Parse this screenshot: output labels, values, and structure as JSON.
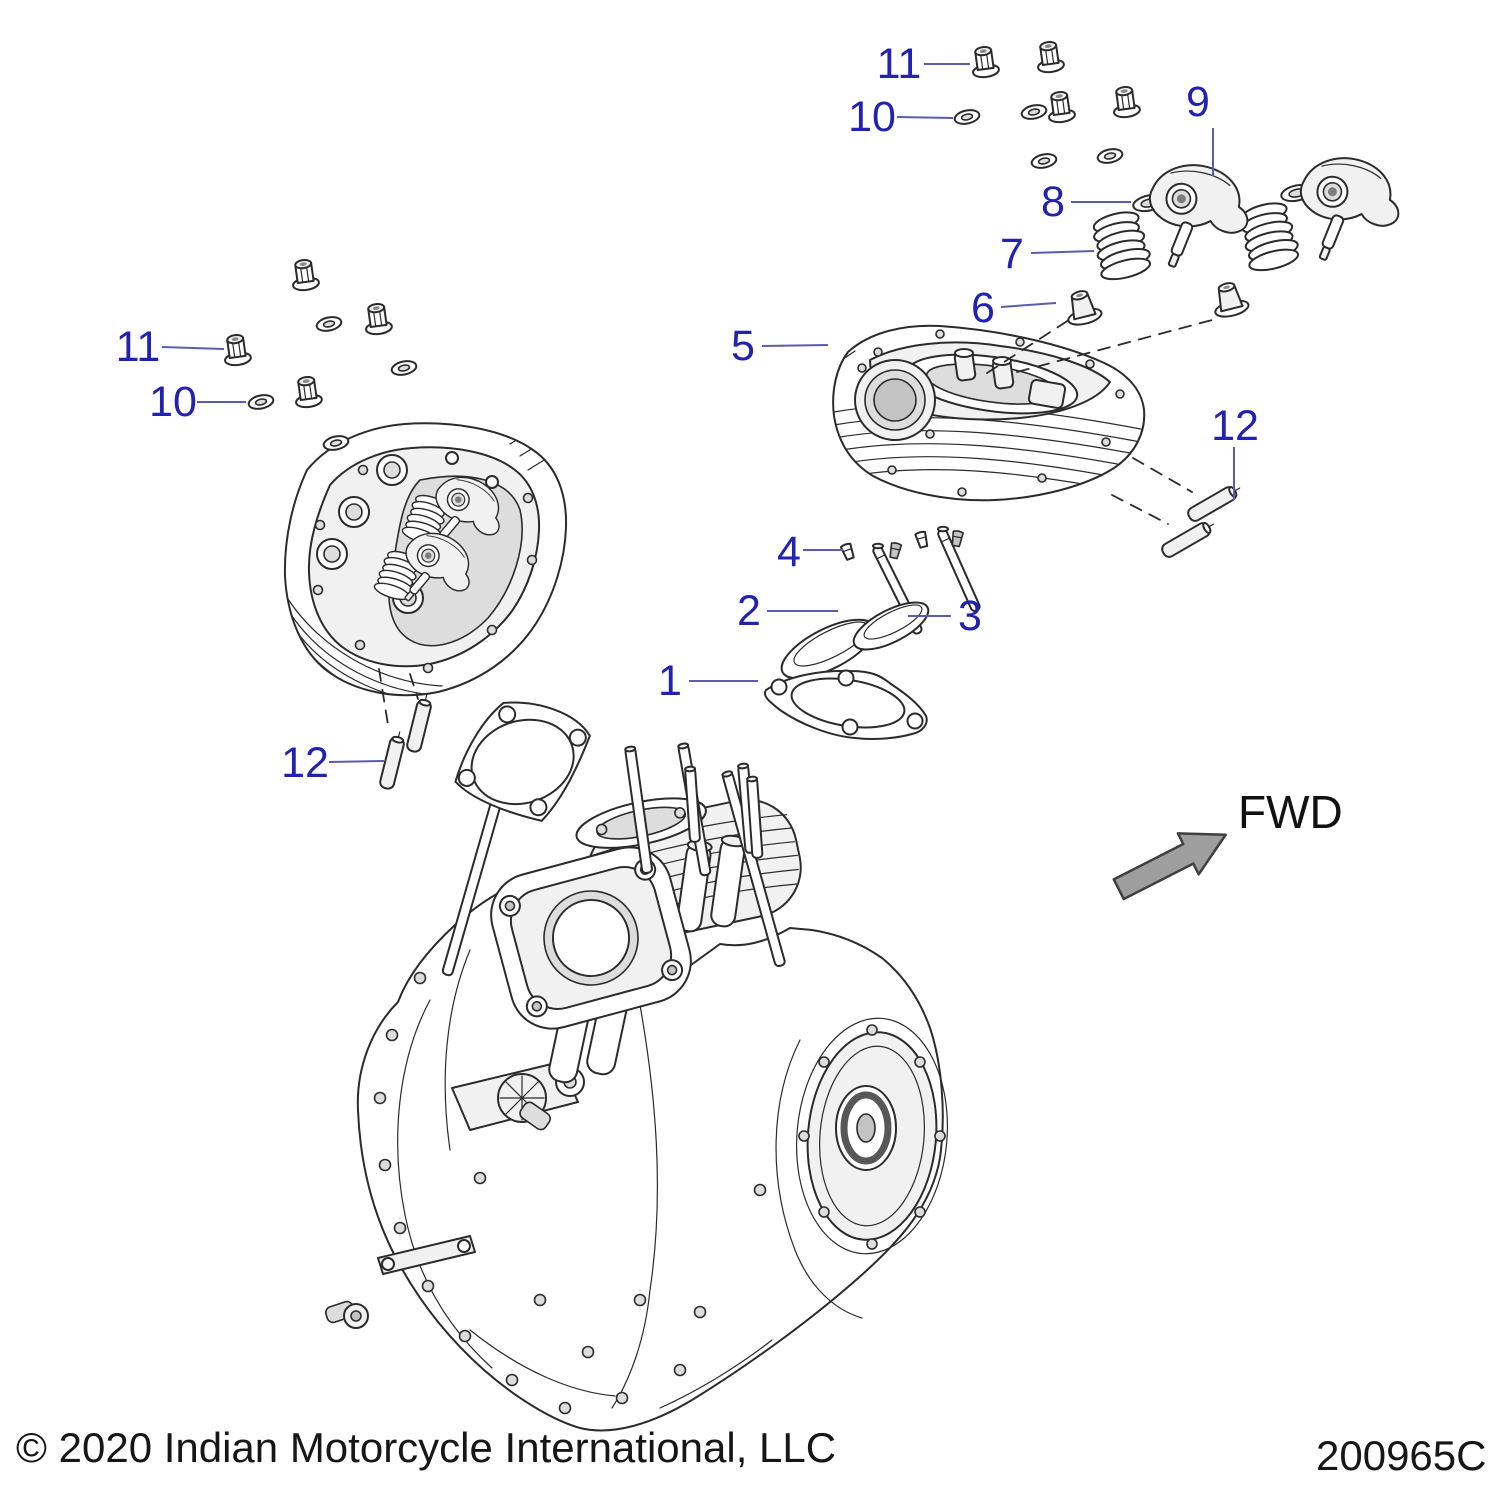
{
  "figure": {
    "type": "exploded-parts-diagram",
    "callouts": [
      {
        "label": "1"
      },
      {
        "label": "2"
      },
      {
        "label": "3"
      },
      {
        "label": "4"
      },
      {
        "label": "5"
      },
      {
        "label": "6"
      },
      {
        "label": "7"
      },
      {
        "label": "8"
      },
      {
        "label": "9"
      },
      {
        "label": "10"
      },
      {
        "label": "11"
      },
      {
        "label": "12"
      },
      {
        "label": "10"
      },
      {
        "label": "11"
      },
      {
        "label": "12"
      }
    ],
    "fwd_label": "FWD",
    "footer": {
      "copyright": "© 2020 Indian Motorcycle International, LLC",
      "part_code": "200965C"
    },
    "colors": {
      "callout_blue": "#2222b2",
      "leader_blue": "#5b5bb0",
      "ink": "#2b2b2b",
      "arrow_gray": "#9e9e9e"
    }
  }
}
